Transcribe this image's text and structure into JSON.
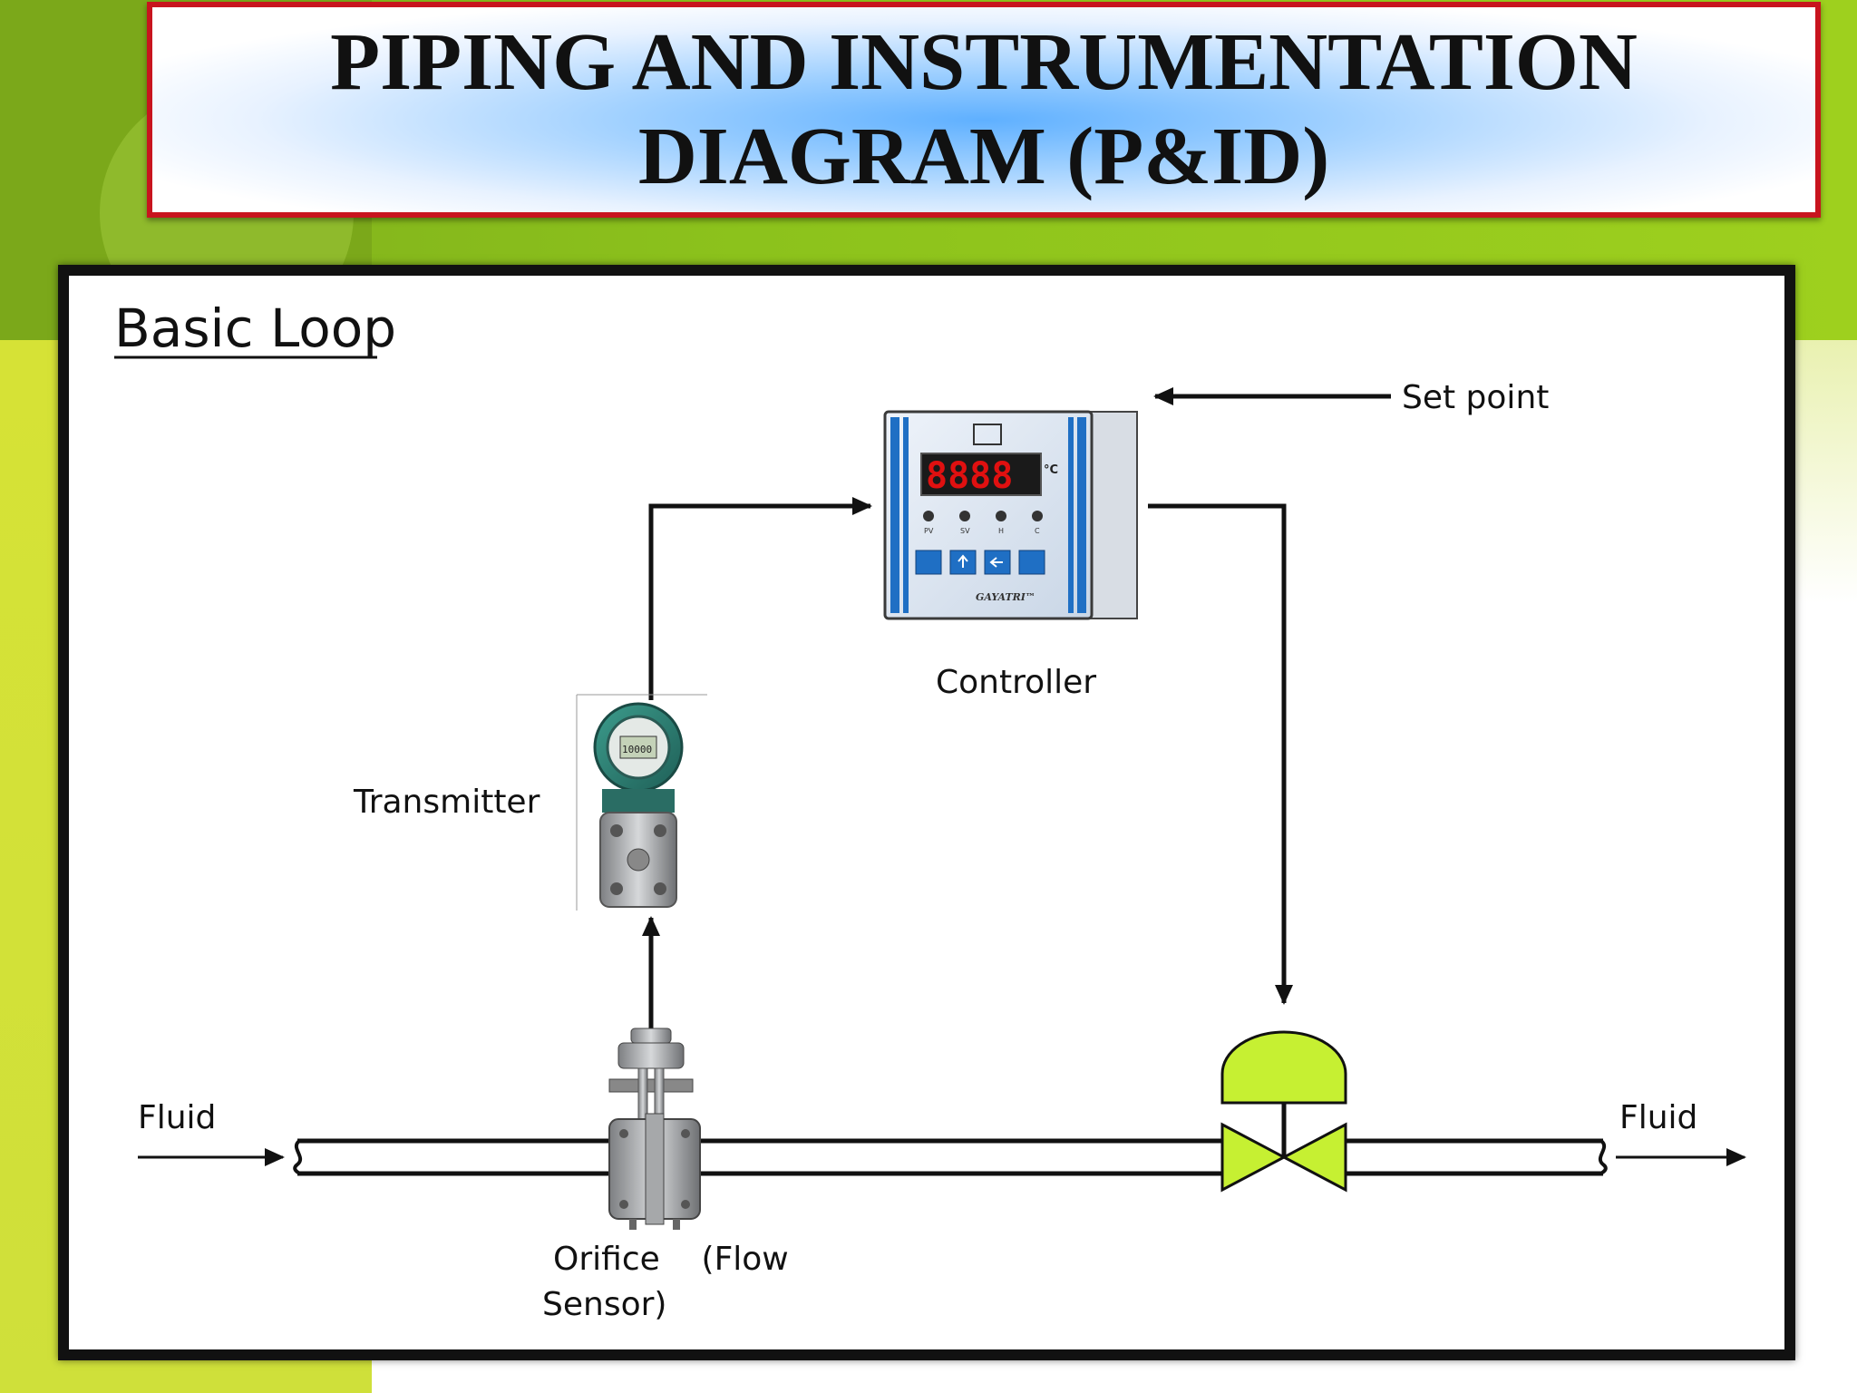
{
  "slide": {
    "title_line1": "PIPING AND INSTRUMENTATION",
    "title_line2": "DIAGRAM (P&ID)"
  },
  "diagram": {
    "heading": "Basic Loop",
    "labels": {
      "set_point": "Set point",
      "controller": "Controller",
      "transmitter": "Transmitter",
      "fluid_in": "Fluid",
      "fluid_out": "Fluid",
      "orifice_line1": "Orifice    (Flow",
      "orifice_line2": "Sensor)"
    },
    "controller_device": {
      "display": "8888",
      "unit": "°C",
      "indicators": [
        "PV",
        "SV",
        "H",
        "C"
      ],
      "brand": "GAYATRI™"
    },
    "transmitter_display": "10000",
    "colors": {
      "valve_fill": "#c6f032",
      "title_border": "#c8141e",
      "display_red": "#e01010"
    }
  }
}
